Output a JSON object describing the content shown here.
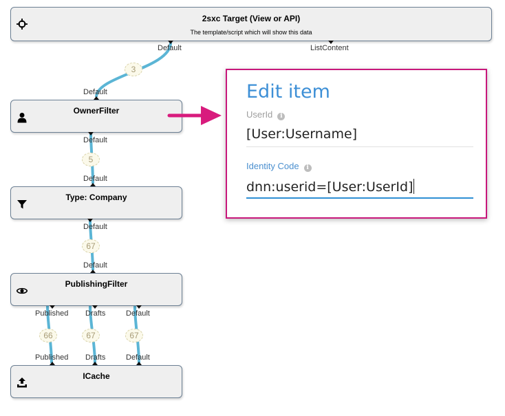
{
  "nodes": {
    "target": {
      "title": "2sxc Target (View or API)",
      "description": "The template/script which will show this data",
      "icon": "crosshair-icon"
    },
    "owner_filter": {
      "title": "OwnerFilter",
      "icon": "user-icon"
    },
    "type_filter": {
      "title": "Type: Company",
      "icon": "filter-icon"
    },
    "publishing_filter": {
      "title": "PublishingFilter",
      "icon": "eye-icon"
    },
    "icache": {
      "title": "ICache",
      "icon": "upload-icon"
    }
  },
  "ports": {
    "target_in_default": "Default",
    "target_in_listcontent": "ListContent",
    "owner_out_default": "Default",
    "owner_in_default": "Default",
    "type_out_default": "Default",
    "type_in_default": "Default",
    "publishing_out_default": "Default",
    "publishing_in_published": "Published",
    "publishing_in_drafts": "Drafts",
    "publishing_in_default": "Default",
    "icache_out_published": "Published",
    "icache_out_drafts": "Drafts",
    "icache_out_default": "Default"
  },
  "connections": [
    {
      "from": "OwnerFilter.Default",
      "to": "2sxc Target.Default",
      "count": "3"
    },
    {
      "from": "Type: Company.Default",
      "to": "OwnerFilter.Default",
      "count": "5"
    },
    {
      "from": "PublishingFilter.Default",
      "to": "Type: Company.Default",
      "count": "67"
    },
    {
      "from": "ICache.Published",
      "to": "PublishingFilter.Published",
      "count": "66"
    },
    {
      "from": "ICache.Drafts",
      "to": "PublishingFilter.Drafts",
      "count": "67"
    },
    {
      "from": "ICache.Default",
      "to": "PublishingFilter.Default",
      "count": "67"
    }
  ],
  "edit_dialog": {
    "title": "Edit item",
    "fields": [
      {
        "label": "UserId",
        "value": "[User:Username]",
        "info_icon": "info-icon"
      },
      {
        "label": "Identity Code",
        "value": "dnn:userid=[User:UserId]",
        "info_icon": "info-icon",
        "focused": true
      }
    ]
  },
  "colors": {
    "wire": "#5bb5d5",
    "dialog_border": "#c8177b",
    "arrow": "#d81b7d",
    "dialog_title": "#3d8fd6",
    "field_underline_active": "#2e8fd4"
  }
}
